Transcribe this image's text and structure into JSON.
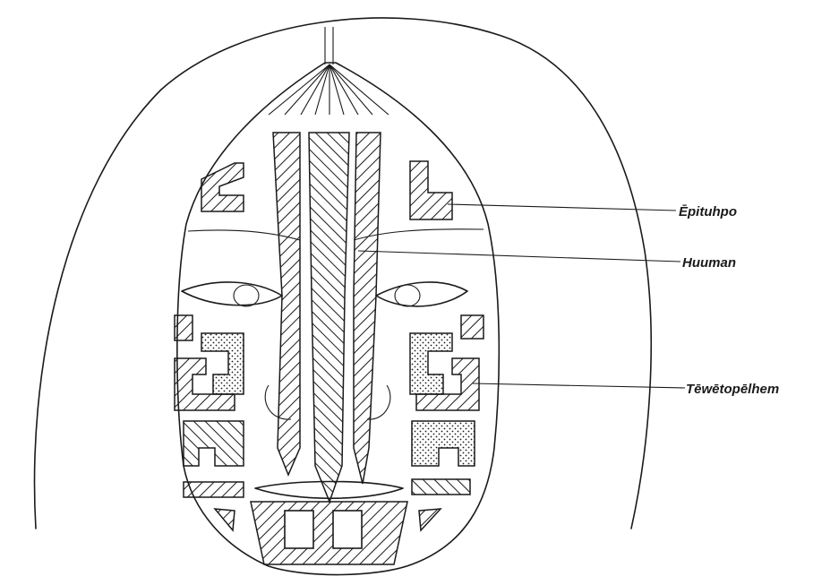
{
  "labels": {
    "upper": "Ēpituhpo",
    "middle": "Huuman",
    "lower": "Tēwētopēlhem"
  },
  "colors": {
    "ink": "#1a1a1a",
    "background": "#ffffff"
  }
}
